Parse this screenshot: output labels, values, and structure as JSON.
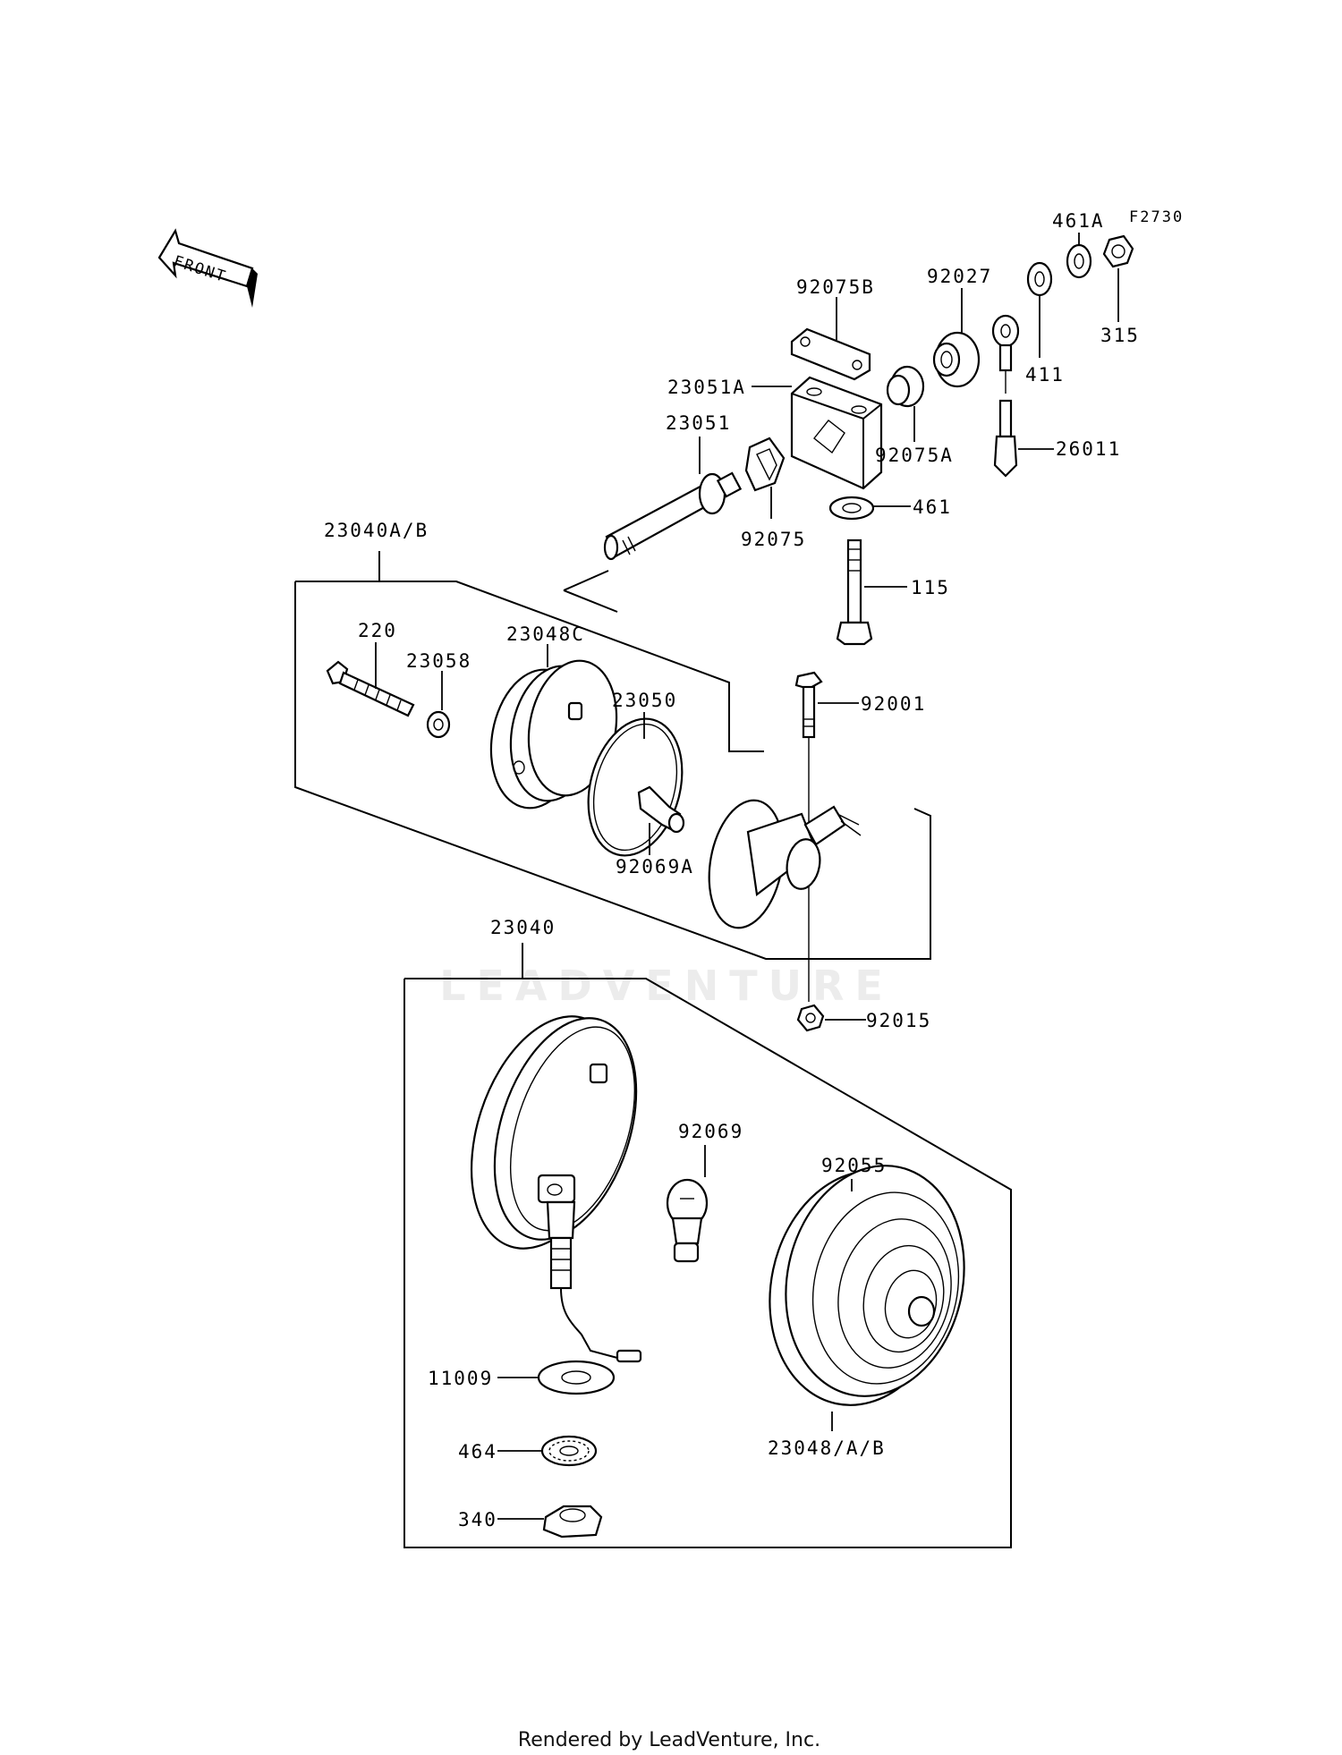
{
  "diagram_code": "F2730",
  "front_arrow_label": "FRONT",
  "watermark": "LEADVENTURE",
  "footer": "Rendered by LeadVenture, Inc.",
  "parts": {
    "p461A": "461A",
    "p315": "315",
    "p92027": "92027",
    "p411": "411",
    "p92075B": "92075B",
    "p23051A": "23051A",
    "p92075A": "92075A",
    "p26011": "26011",
    "p23051": "23051",
    "p92075": "92075",
    "p461": "461",
    "p115": "115",
    "p23040AB": "23040A/B",
    "p220": "220",
    "p23058": "23058",
    "p23048C": "23048C",
    "p23050": "23050",
    "p92001": "92001",
    "p92069A": "92069A",
    "p23040": "23040",
    "p92015": "92015",
    "p92069": "92069",
    "p92055": "92055",
    "p11009": "11009",
    "p464": "464",
    "p340": "340",
    "p23048AB": "23048/A/B"
  }
}
